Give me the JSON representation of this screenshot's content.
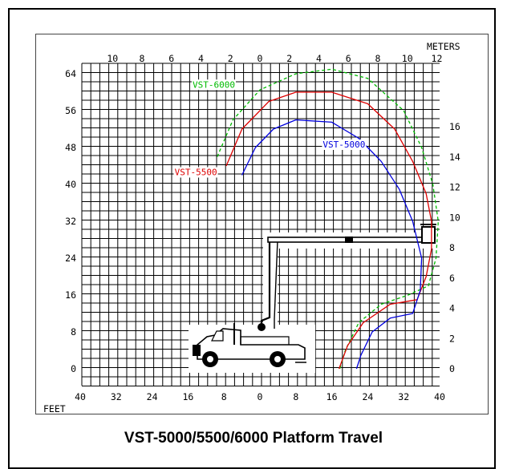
{
  "caption": "VST-5000/5500/6000 Platform Travel",
  "chart_data": {
    "type": "line",
    "title": "",
    "x_axis_bottom": {
      "label": "FEET",
      "ticks": [
        "40",
        "32",
        "24",
        "16",
        "8",
        "0",
        "8",
        "16",
        "24",
        "32",
        "40"
      ],
      "range": [
        -40,
        40
      ]
    },
    "x_axis_top": {
      "label": "METERS",
      "ticks": [
        "10",
        "8",
        "6",
        "4",
        "2",
        "0",
        "2",
        "4",
        "6",
        "8",
        "10",
        "12"
      ]
    },
    "y_axis_left": {
      "label": "",
      "ticks": [
        "0",
        "8",
        "16",
        "24",
        "32",
        "40",
        "48",
        "56",
        "64"
      ],
      "range": [
        -3,
        68
      ]
    },
    "y_axis_right": {
      "label": "",
      "ticks": [
        "0",
        "2",
        "4",
        "6",
        "8",
        "10",
        "12",
        "14",
        "16"
      ]
    },
    "grid": true,
    "series": [
      {
        "name": "VST-6000",
        "color": "#00bb00",
        "dash": true,
        "points": [
          [
            -9.5,
            46
          ],
          [
            -6,
            54
          ],
          [
            0,
            60.5
          ],
          [
            8,
            64
          ],
          [
            16,
            65
          ],
          [
            24,
            63
          ],
          [
            32,
            56
          ],
          [
            36,
            48
          ],
          [
            38.5,
            40
          ],
          [
            39.7,
            32
          ],
          [
            39.2,
            24
          ],
          [
            37.5,
            18
          ],
          [
            33,
            16
          ],
          [
            27,
            14
          ],
          [
            22,
            10
          ],
          [
            19,
            4
          ],
          [
            17.8,
            0
          ]
        ]
      },
      {
        "name": "VST-5500",
        "color": "#dd0000",
        "dash": false,
        "points": [
          [
            -7.5,
            44
          ],
          [
            -4,
            52
          ],
          [
            2,
            58
          ],
          [
            8,
            60
          ],
          [
            16,
            60
          ],
          [
            24,
            57.5
          ],
          [
            30,
            52
          ],
          [
            34,
            45
          ],
          [
            37,
            38
          ],
          [
            38.2,
            32
          ],
          [
            38.2,
            26
          ],
          [
            37,
            20
          ],
          [
            35,
            15
          ],
          [
            29,
            14
          ],
          [
            23,
            10
          ],
          [
            19.5,
            5
          ],
          [
            17.6,
            0
          ]
        ]
      },
      {
        "name": "VST-5000",
        "color": "#0000dd",
        "dash": false,
        "points": [
          [
            -4,
            42
          ],
          [
            -1,
            48
          ],
          [
            3,
            52
          ],
          [
            8,
            54
          ],
          [
            16,
            53.5
          ],
          [
            22,
            50
          ],
          [
            27,
            45
          ],
          [
            31,
            39
          ],
          [
            34,
            32
          ],
          [
            36,
            24
          ],
          [
            35.7,
            17
          ],
          [
            34,
            12
          ],
          [
            29,
            11
          ],
          [
            25,
            8
          ],
          [
            22.5,
            3
          ],
          [
            21.5,
            0
          ]
        ]
      }
    ]
  }
}
